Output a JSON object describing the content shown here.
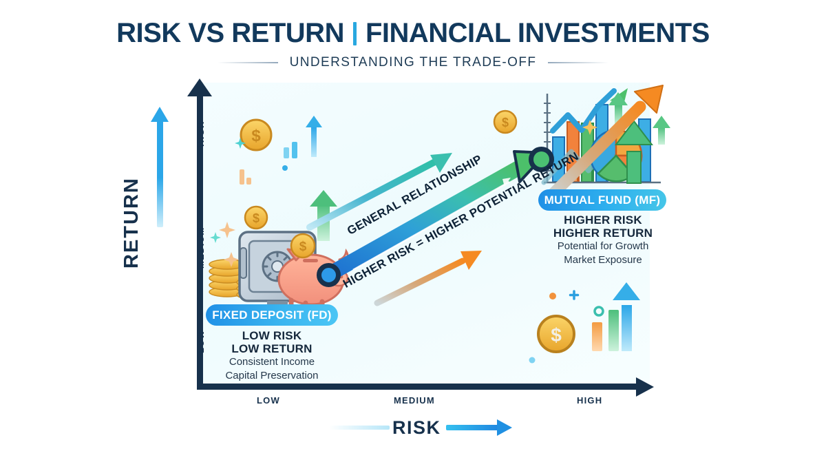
{
  "header": {
    "title_left": "RISK VS RETURN",
    "title_right": "FINANCIAL INVESTMENTS",
    "subtitle": "UNDERSTANDING THE TRADE-OFF"
  },
  "axes": {
    "y_label": "RETURN",
    "y_ticks": [
      "HIGH",
      "MEDIUM",
      "LOW"
    ],
    "x_label": "RISK",
    "x_ticks": [
      "LOW",
      "MEDIUM",
      "HIGH"
    ]
  },
  "annotations": {
    "general_relationship": "GENERAL RELATIONSHIP",
    "higher_risk": "HIGHER RISK = HIGHER POTENTIAL RETURN"
  },
  "points": {
    "fd": {
      "pill": "FIXED DEPOSIT (FD)",
      "headline_1": "LOW RISK",
      "headline_2": "LOW RETURN",
      "detail_1": "Consistent Income",
      "detail_2": "Capital Preservation"
    },
    "mf": {
      "pill": "MUTUAL FUND (MF)",
      "headline_1": "HIGHER RISK",
      "headline_2": "HIGHER RETURN",
      "detail_1": "Potential for Growth",
      "detail_2": "Market Exposure"
    }
  },
  "icons": {
    "safe": "safe-vault-icon",
    "piggy_bank": "piggy-bank-icon",
    "coin_stack": "coin-stack-icon",
    "dollar_coin": "dollar-coin-icon",
    "bar_chart": "bar-chart-icon",
    "pie_chart": "pie-chart-icon",
    "line_chart": "line-chart-icon",
    "up_arrow": "up-arrow-icon",
    "sparkle": "sparkle-icon"
  },
  "colors": {
    "navy": "#17314c",
    "title": "#12395c",
    "accent_blue": "#2ba6e8",
    "green": "#4bbf72",
    "teal": "#3bbfae",
    "orange": "#f0912f",
    "gold": "#f3b63c",
    "panel_bg": "#f1fcfe"
  },
  "chart_data": {
    "type": "scatter",
    "title": "RISK VS RETURN | FINANCIAL INVESTMENTS",
    "subtitle": "UNDERSTANDING THE TRADE-OFF",
    "xlabel": "RISK",
    "ylabel": "RETURN",
    "x_tick_labels": [
      "LOW",
      "MEDIUM",
      "HIGH"
    ],
    "y_tick_labels": [
      "LOW",
      "MEDIUM",
      "HIGH"
    ],
    "grid": false,
    "legend": "none",
    "points": [
      {
        "label": "FIXED DEPOSIT (FD)",
        "risk": "LOW",
        "return": "LOW",
        "x": 1,
        "y": 1,
        "color": "#2d9ae8"
      },
      {
        "label": "MUTUAL FUND (MF)",
        "risk": "HIGH",
        "return": "HIGH",
        "x": 3,
        "y": 3,
        "color": "#4bbf72"
      }
    ],
    "trend": {
      "from": "FIXED DEPOSIT (FD)",
      "to": "MUTUAL FUND (MF)",
      "direction": "positive",
      "annotations": [
        "GENERAL RELATIONSHIP",
        "HIGHER RISK = HIGHER POTENTIAL RETURN"
      ]
    }
  }
}
